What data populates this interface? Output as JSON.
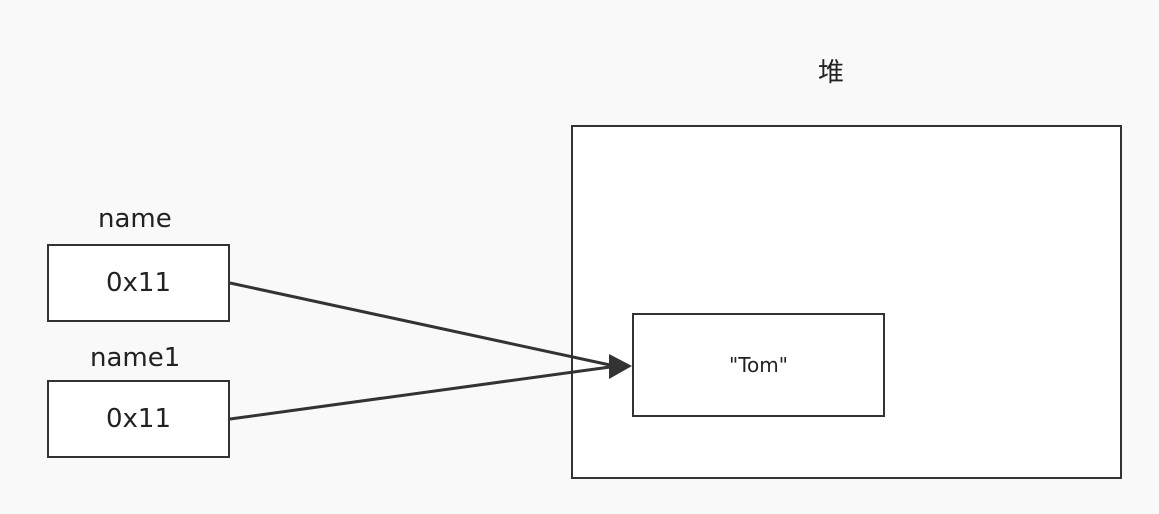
{
  "heap": {
    "title": "堆",
    "string_object": "\"Tom\""
  },
  "variables": [
    {
      "name": "name",
      "address": "0x11"
    },
    {
      "name": "name1",
      "address": "0x11"
    }
  ],
  "colors": {
    "background": "#f9f9f9",
    "stroke": "#333333",
    "box_fill": "#ffffff"
  }
}
